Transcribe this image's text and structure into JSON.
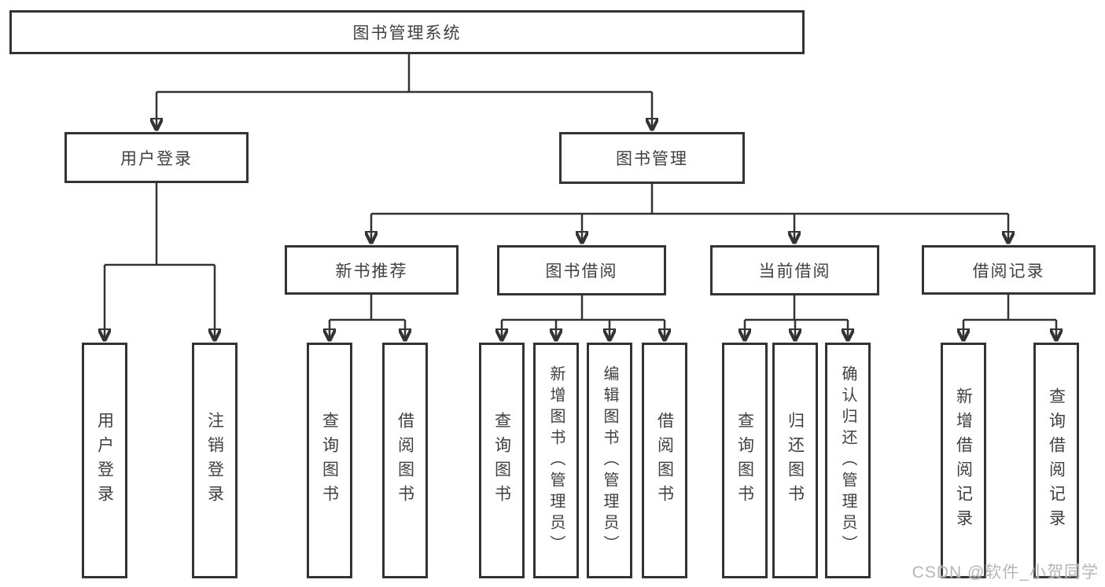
{
  "tree": {
    "label": "图书管理系统",
    "children": [
      {
        "label": "用户登录",
        "children": [
          {
            "label": "用户登录"
          },
          {
            "label": "注销登录"
          }
        ]
      },
      {
        "label": "图书管理",
        "children": [
          {
            "label": "新书推荐",
            "children": [
              {
                "label": "查询图书"
              },
              {
                "label": "借阅图书"
              }
            ]
          },
          {
            "label": "图书借阅",
            "children": [
              {
                "label": "查询图书"
              },
              {
                "label": "新增图书（管理员）"
              },
              {
                "label": "编辑图书（管理员）"
              },
              {
                "label": "借阅图书"
              }
            ]
          },
          {
            "label": "当前借阅",
            "children": [
              {
                "label": "查询图书"
              },
              {
                "label": "归还图书"
              },
              {
                "label": "确认归还（管理员）"
              }
            ]
          },
          {
            "label": "借阅记录",
            "children": [
              {
                "label": "新增借阅记录"
              },
              {
                "label": "查询借阅记录"
              }
            ]
          }
        ]
      }
    ]
  },
  "watermark": {
    "text": "CSDN @软件_小贺同学"
  },
  "colors": {
    "line": "#333333",
    "text": "#404040",
    "watermark": "#b6b6b6",
    "background": "#ffffff"
  }
}
